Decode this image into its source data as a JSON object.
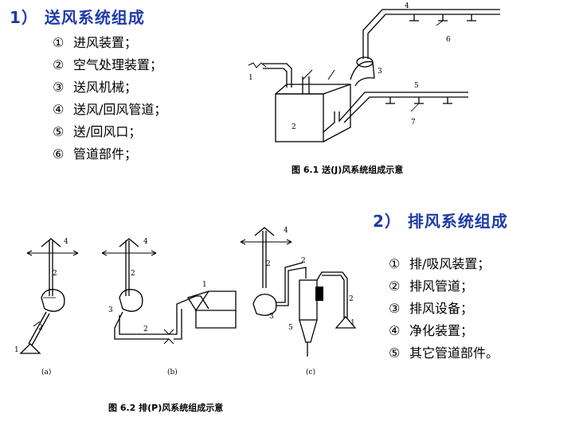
{
  "section1": {
    "heading": "1） 送风系统组成",
    "items": [
      {
        "num": "①",
        "text": "进风装置；"
      },
      {
        "num": "②",
        "text": "空气处理装置；"
      },
      {
        "num": "③",
        "text": "送风机械；"
      },
      {
        "num": "④",
        "text": "送风/回风管道；"
      },
      {
        "num": "⑤",
        "text": "送/回风口；"
      },
      {
        "num": "⑥",
        "text": "管道部件；"
      }
    ],
    "figure_caption": "图 6.1  送(J)风系统组成示意",
    "figure_labels": [
      "1",
      "2",
      "3",
      "4",
      "5",
      "6",
      "7"
    ]
  },
  "section2": {
    "heading": "2） 排风系统组成",
    "items": [
      {
        "num": "①",
        "text": "排/吸风装置；"
      },
      {
        "num": "②",
        "text": "排风管道；"
      },
      {
        "num": "③",
        "text": "排风设备；"
      },
      {
        "num": "④",
        "text": "净化装置；"
      },
      {
        "num": "⑤",
        "text": "其它管道部件。"
      }
    ],
    "figure_caption": "图 6.2   排(P)风系统组成示意",
    "sub_labels": [
      "(a)",
      "(b)",
      "(c)"
    ]
  },
  "colors": {
    "heading": "#1f3aa8",
    "line": "#000000"
  }
}
